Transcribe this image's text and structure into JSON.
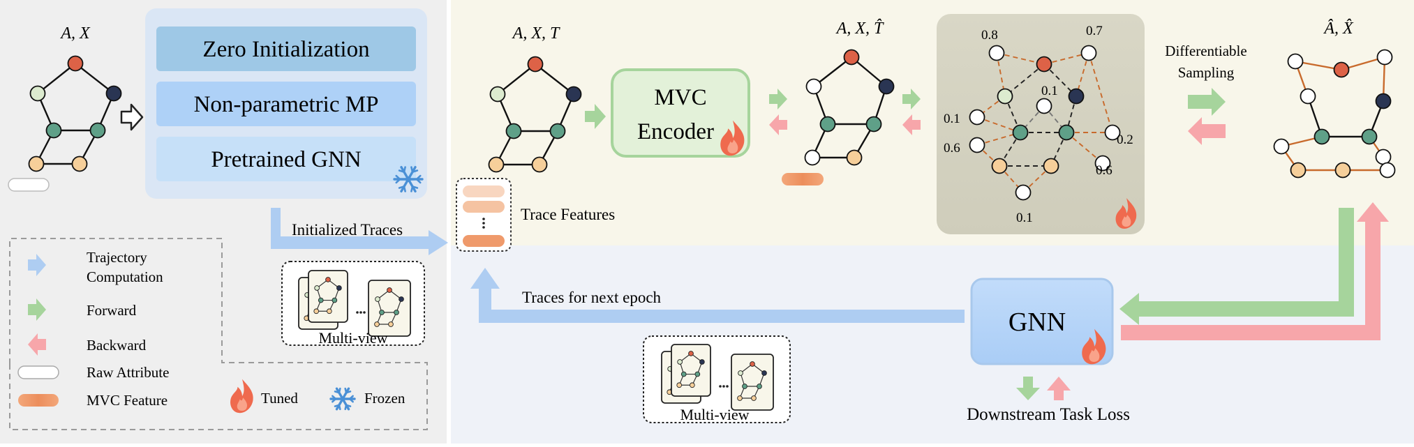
{
  "top_left": {
    "graph_label": "A, X",
    "init_methods": [
      "Zero Initialization",
      "Non-parametric MP",
      "Pretrained GNN"
    ],
    "initialized_traces_label": "Initialized Traces",
    "multiview_label": "Multi-view"
  },
  "legend": {
    "items": [
      {
        "label_lines": [
          "Trajectory",
          "Computation"
        ],
        "icon": "blue-arrow-icon"
      },
      {
        "label_lines": [
          "Forward"
        ],
        "icon": "green-arrow-icon"
      },
      {
        "label_lines": [
          "Backward"
        ],
        "icon": "pink-arrow-icon"
      },
      {
        "label_lines": [
          "Raw Attribute"
        ],
        "icon": "white-pill-icon"
      },
      {
        "label_lines": [
          "MVC Feature"
        ],
        "icon": "orange-pill-icon"
      }
    ],
    "tuned_label": "Tuned",
    "frozen_label": "Frozen"
  },
  "pipeline": {
    "input_graph_label": "A, X, T",
    "trace_features_label": "Trace Features",
    "encoder_lines": [
      "MVC",
      "Encoder"
    ],
    "encoded_graph_label": "A, X, T̂",
    "edge_probabilities": [
      "0.8",
      "0.7",
      "0.1",
      "0.1",
      "0.6",
      "0.2",
      "0.6",
      "0.1"
    ],
    "sampling_lines": [
      "Differentiable",
      "Sampling"
    ],
    "output_graph_label": "Â, X̂"
  },
  "bottom": {
    "next_epoch_label": "Traces for next epoch",
    "gnn_label": "GNN",
    "multiview_label": "Multi-view",
    "loss_label": "Downstream Task Loss"
  },
  "colors": {
    "trajectory_blue": "#aecdf2",
    "forward_green": "#a6d49c",
    "backward_pink": "#f7a6aa",
    "node_red": "#dd6247",
    "node_green": "#5fa088",
    "node_navy": "#2a3553",
    "node_light_green": "#dcebcf",
    "node_orange": "#f6cf9a",
    "edge_orange": "#c86a2c"
  }
}
